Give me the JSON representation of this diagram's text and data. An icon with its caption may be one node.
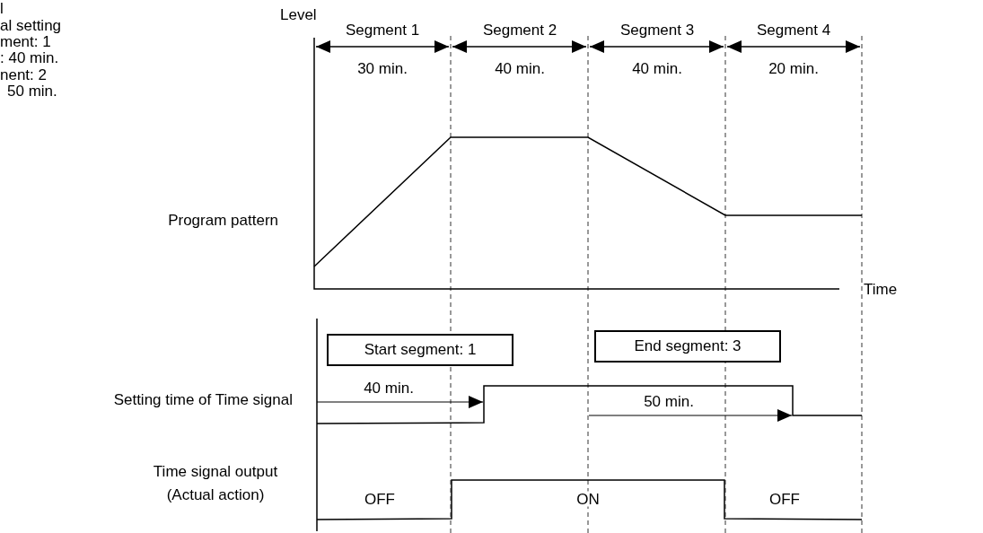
{
  "diagram": {
    "nodes": [
      {
        "text": [
          "Start segment: 1"
        ]
      },
      {
        "text": [
          "End segment: 3"
        ]
      }
    ],
    "labels": [
      "l",
      "al setting",
      "ment: 1",
      ": 40 min.",
      "nent: 2",
      "50 min.",
      "Level",
      "Segment 1",
      "Segment 2",
      "Segment 3",
      "Segment 4",
      "30 min.",
      "40 min.",
      "40 min.",
      "20 min.",
      "Program pattern",
      "Time",
      "Setting time of Time signal",
      "40 min.",
      "50 min.",
      "Time signal output",
      "(Actual action)",
      "OFF",
      "ON",
      "OFF"
    ]
  }
}
